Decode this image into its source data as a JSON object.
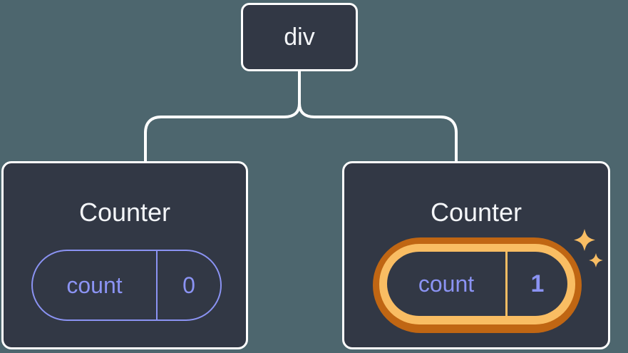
{
  "diagram": {
    "background_color": "#4d666e",
    "root_node": {
      "label": "div"
    },
    "counters": [
      {
        "title": "Counter",
        "state_key": "count",
        "state_value": "0",
        "highlighted": false
      },
      {
        "title": "Counter",
        "state_key": "count",
        "state_value": "1",
        "highlighted": true
      }
    ],
    "colors": {
      "node_fill": "#323845",
      "node_border": "#ffffff",
      "connector_line": "#ffffff",
      "state_purple": "#8b93f3",
      "highlight_orange_dark": "#c06613",
      "highlight_gold": "#f9bd63",
      "text_white": "#f4f6f9"
    },
    "icons": {
      "sparkles": "sparkles-icon"
    }
  }
}
